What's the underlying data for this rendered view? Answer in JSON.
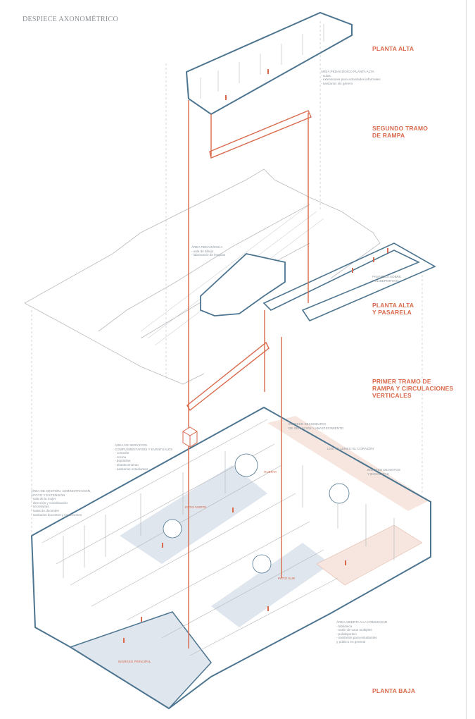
{
  "title": "DESPIECE AXONOMÉTRICO",
  "levels": {
    "planta_alta": "PLANTA ALTA",
    "segundo_tramo": [
      "SEGUNDO TRAMO",
      "DE RAMPA"
    ],
    "planta_alta_pasarela": [
      "PLANTA ALTA",
      "Y PASARELA"
    ],
    "primer_tramo": [
      "PRIMER TRAMO DE",
      "RAMPA Y CIRCULACIONES",
      "VERTICALES"
    ],
    "planta_baja": "PLANTA BAJA"
  },
  "notes": {
    "area_pedagogica_alta": [
      "ÁREA PEDAGÓGICO PLANTA ALTA:",
      "- aulas",
      "- extensiones para actividades informales",
      "- sanitarios sin género"
    ],
    "area_pedagogica": [
      "ÁREA PEDAGÓGICA",
      "- sala de dibujo",
      "- laboratorio de lenguas"
    ],
    "pasarela": [
      "PASARELA SOBRE",
      "POLIDEPORTIVO"
    ],
    "ingreso_secundario": [
      "INGRESO SECUNDARIO",
      "DE SERVICIOS Y ABASTECIMIENTO"
    ],
    "area_servicios": [
      "ÁREA DE SERVICIOS",
      "COMPLEMENTARIOS Y EVENTUALES",
      "- comedor",
      "- cocina",
      "- depósitos",
      "- abastecimiento",
      "- sanitarios estudiantes"
    ],
    "talleres": [
      "LOS TALLERES, EL CORAZÓN"
    ],
    "ingreso_motos": [
      "INGRESO DE MOTOS",
      "Y BICICLETAS"
    ],
    "area_gestion": [
      "ÁREA DE GESTIÓN, ADMINISTRACIÓN,",
      "APOYO Y EXTENSIÓN",
      "- sala de la mujer",
      "- dirección y coordinación",
      "- secretarías",
      "- salas de docentes",
      "- sanitarios docentes y no docentes"
    ],
    "area_abierta": [
      "ÁREA ABIERTA A LA COMUNIDAD",
      "- biblioteca",
      "- salón de usos múltiples",
      "- polideportivo",
      "- sanitarios para estudiantes",
      "y público en general"
    ]
  },
  "tags": {
    "huerta": "HUERTA",
    "patio_norte": "PATIO NORTE",
    "patio_sur": "PATIO SUR",
    "ingreso_principal": "INGRESO PRINCIPAL"
  },
  "colors": {
    "accent": "#d9694a",
    "structure": "#4d7590",
    "ghost": "#b8bcc0",
    "patio": "#dfe6ee",
    "warm": "#f6e6df"
  }
}
